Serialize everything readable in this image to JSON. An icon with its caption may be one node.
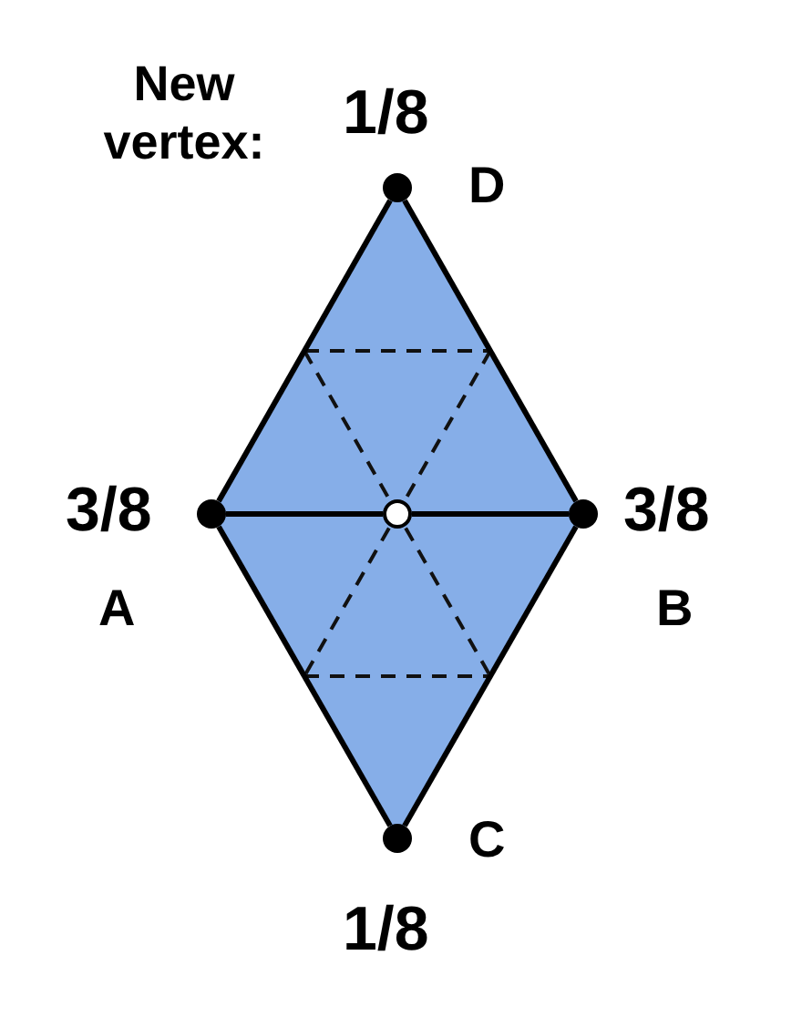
{
  "diagram": {
    "nodes": [
      {
        "text": [
          "D"
        ],
        "beside": [
          "1/8"
        ]
      },
      {
        "text": [
          "A"
        ],
        "beside": [
          "3/8"
        ]
      },
      {
        "text": [
          "B"
        ],
        "beside": [
          "3/8"
        ]
      },
      {
        "text": [
          "C"
        ],
        "beside": [
          "1/8"
        ]
      },
      {
        "text": [],
        "shape": "circle"
      }
    ],
    "edges": [
      {
        "from": 0,
        "to": 1,
        "arrow": "none"
      },
      {
        "from": 0,
        "to": 2,
        "arrow": "none"
      },
      {
        "from": 1,
        "to": 4,
        "arrow": "none"
      },
      {
        "from": 4,
        "to": 2,
        "arrow": "none"
      },
      {
        "from": 1,
        "to": 3,
        "arrow": "none"
      },
      {
        "from": 2,
        "to": 3,
        "arrow": "none"
      }
    ],
    "labels": [
      "New vertex:"
    ]
  }
}
